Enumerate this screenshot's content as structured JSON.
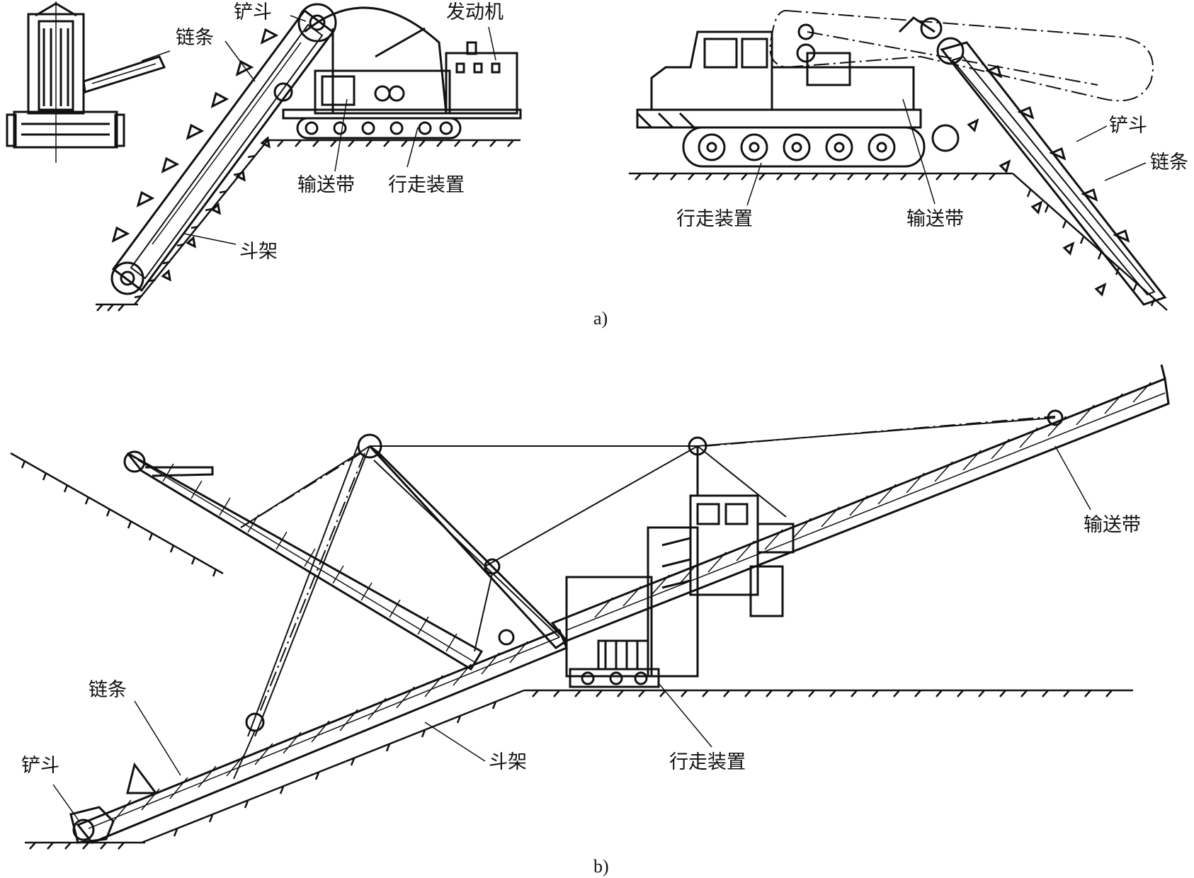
{
  "figure_a": {
    "caption": "a)",
    "left_machine": {
      "bucket": "铲斗",
      "chain": "链条",
      "engine": "发动机",
      "conveyor": "输送带",
      "travel": "行走装置",
      "frame": "斗架"
    },
    "right_machine": {
      "bucket": "铲斗",
      "chain": "链条",
      "travel": "行走装置",
      "conveyor": "输送带"
    }
  },
  "figure_b": {
    "caption": "b)",
    "chain": "链条",
    "bucket": "铲斗",
    "frame": "斗架",
    "travel": "行走装置",
    "conveyor": "输送带"
  },
  "colors": {
    "ink": "#111111",
    "paper": "#ffffff"
  }
}
